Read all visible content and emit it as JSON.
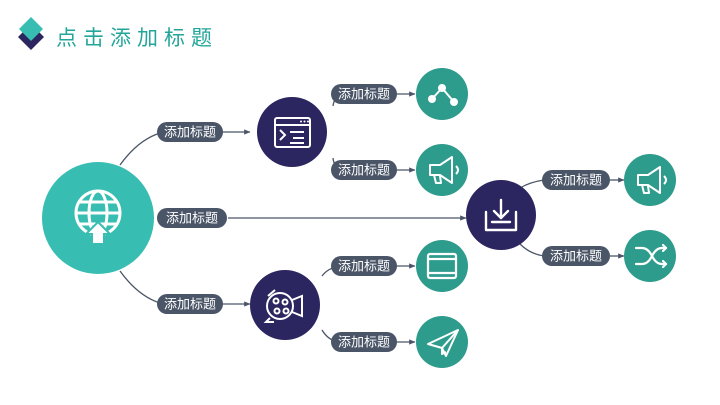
{
  "header": {
    "title": "点击添加标题",
    "logo_icon": "diamond-logo-icon"
  },
  "colors": {
    "teal": "#37bdb2",
    "green": "#2e9c8d",
    "navy": "#2b2560",
    "pill": "#4a5567",
    "line": "#4a5567",
    "title": "#23a69a"
  },
  "nodes": {
    "root": {
      "icon": "globe-upload-icon"
    },
    "hub_top": {
      "icon": "document-list-icon"
    },
    "hub_middle": {
      "icon": "download-tray-icon"
    },
    "hub_bottom": {
      "icon": "film-camera-icon"
    },
    "leaves": [
      {
        "icon": "share-nodes-icon"
      },
      {
        "icon": "megaphone-icon"
      },
      {
        "icon": "megaphone-icon"
      },
      {
        "icon": "shuffle-icon"
      },
      {
        "icon": "tablet-icon"
      },
      {
        "icon": "paper-plane-icon"
      }
    ]
  },
  "labels": {
    "root_to_top": "添加标题",
    "root_to_middle": "添加标题",
    "root_to_bottom": "添加标题",
    "top_to_leaf1": "添加标题",
    "top_to_leaf2": "添加标题",
    "middle_to_leaf1": "添加标题",
    "middle_to_leaf2": "添加标题",
    "bottom_to_leaf1": "添加标题",
    "bottom_to_leaf2": "添加标题"
  }
}
